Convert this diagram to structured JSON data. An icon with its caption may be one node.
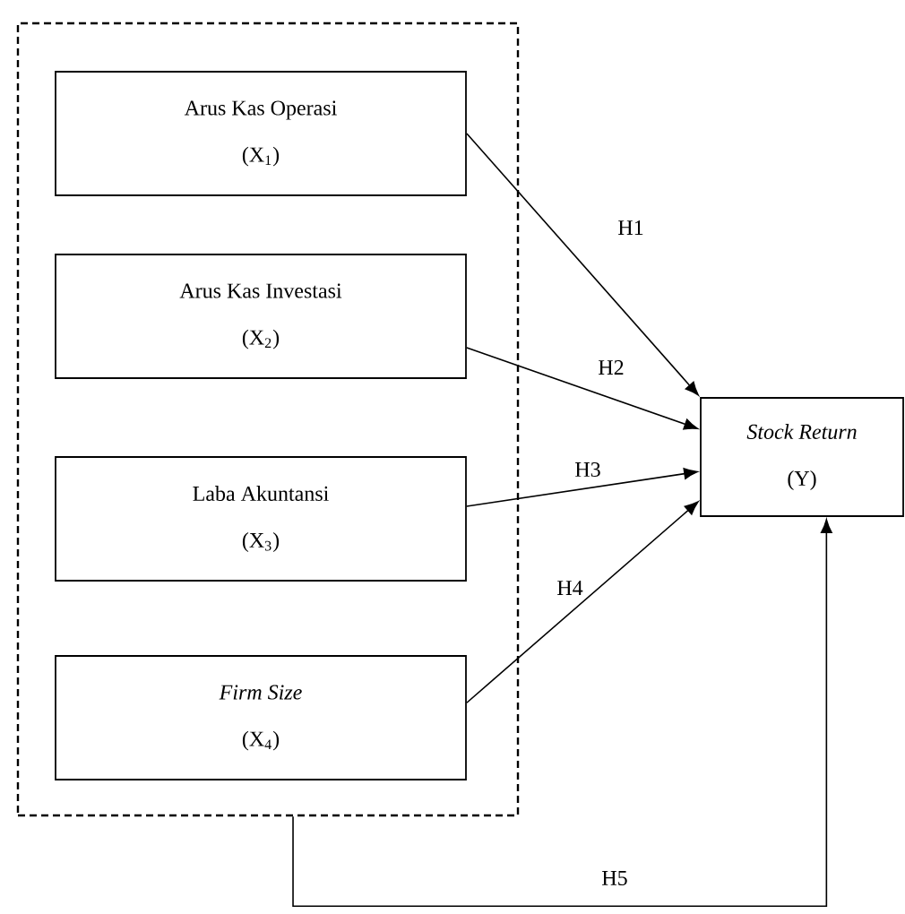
{
  "diagram": {
    "nodes": [
      {
        "text": [],
        "shape": "box"
      },
      {
        "text": [
          "Arus Kas Operasi",
          "(X$_{1}$)"
        ],
        "in": 0
      },
      {
        "text": [
          "Arus Kas Investasi",
          "(X$_{2}$)"
        ],
        "in": 0
      },
      {
        "text": [
          "Laba Akuntansi",
          "(X$_{3}$)"
        ],
        "in": 0
      },
      {
        "text": [
          "Firm Size",
          "(X$_{4}$)"
        ],
        "in": 0
      },
      {
        "text": [
          "Stock Return",
          "(Y)"
        ]
      }
    ],
    "edges": [
      {
        "from": 1,
        "to": 5,
        "arrow": "to",
        "label": "H1"
      },
      {
        "from": 2,
        "to": 5,
        "arrow": "to",
        "label": "H2"
      },
      {
        "from": 3,
        "to": 5,
        "arrow": "to",
        "label": "H3"
      },
      {
        "from": 4,
        "to": 5,
        "arrow": "to",
        "label": "H4"
      },
      {
        "from": 0,
        "to": 5,
        "arrow": "to",
        "label": "H5"
      }
    ]
  }
}
